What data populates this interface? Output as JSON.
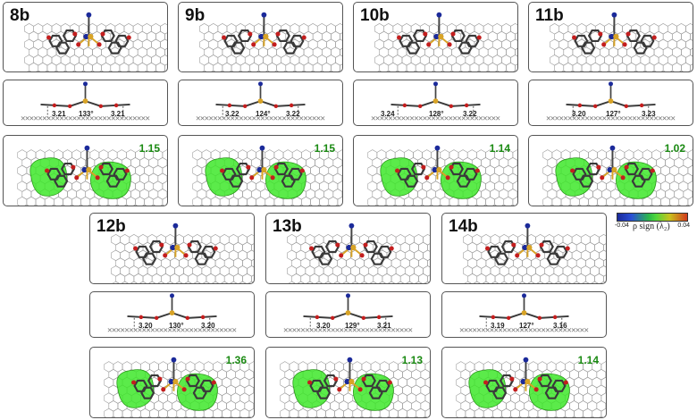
{
  "top_row": [
    {
      "label": "8b",
      "nci": "1.15",
      "dist_left": "3.21",
      "angle": "133°",
      "dist_right": "3.21"
    },
    {
      "label": "9b",
      "nci": "1.15",
      "dist_left": "3.22",
      "angle": "124°",
      "dist_right": "3.22"
    },
    {
      "label": "10b",
      "nci": "1.14",
      "dist_left": "3.24",
      "angle": "128°",
      "dist_right": "3.22"
    },
    {
      "label": "11b",
      "nci": "1.02",
      "dist_left": "3.20",
      "angle": "127°",
      "dist_right": "3.23"
    }
  ],
  "bottom_row": [
    {
      "label": "12b",
      "nci": "1.36",
      "dist_left": "3.20",
      "angle": "130°",
      "dist_right": "3.20"
    },
    {
      "label": "13b",
      "nci": "1.13",
      "dist_left": "3.20",
      "angle": "129°",
      "dist_right": "3.21"
    },
    {
      "label": "14b",
      "nci": "1.14",
      "dist_left": "3.19",
      "angle": "127°",
      "dist_right": "3.16"
    }
  ],
  "colorbar": {
    "min": "-0.04",
    "max": "0.04",
    "title": "ρ sign (λ₂)"
  },
  "colors": {
    "nci_value": "#1a8a12",
    "surface": "#3ee82a",
    "atom_red": "#c41e1e",
    "atom_blue": "#1b2a9a",
    "metal": "#d8a326",
    "frame": "#555555"
  }
}
